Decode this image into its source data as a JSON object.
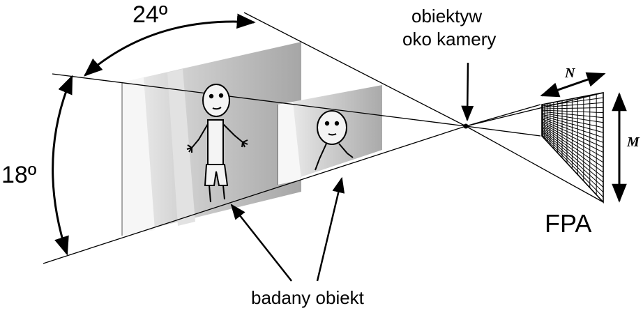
{
  "labels": {
    "angle_horizontal": "24º",
    "angle_vertical": "18º",
    "lens_line1": "obiektyw",
    "lens_line2": "oko kamery",
    "fpa": "FPA",
    "n": "N",
    "m": "M",
    "object": "badany obiekt"
  },
  "colors": {
    "ink": "#000000",
    "panel_dark": "#a8a8a8",
    "panel_light": "#f0f0f0",
    "background": "#ffffff"
  }
}
